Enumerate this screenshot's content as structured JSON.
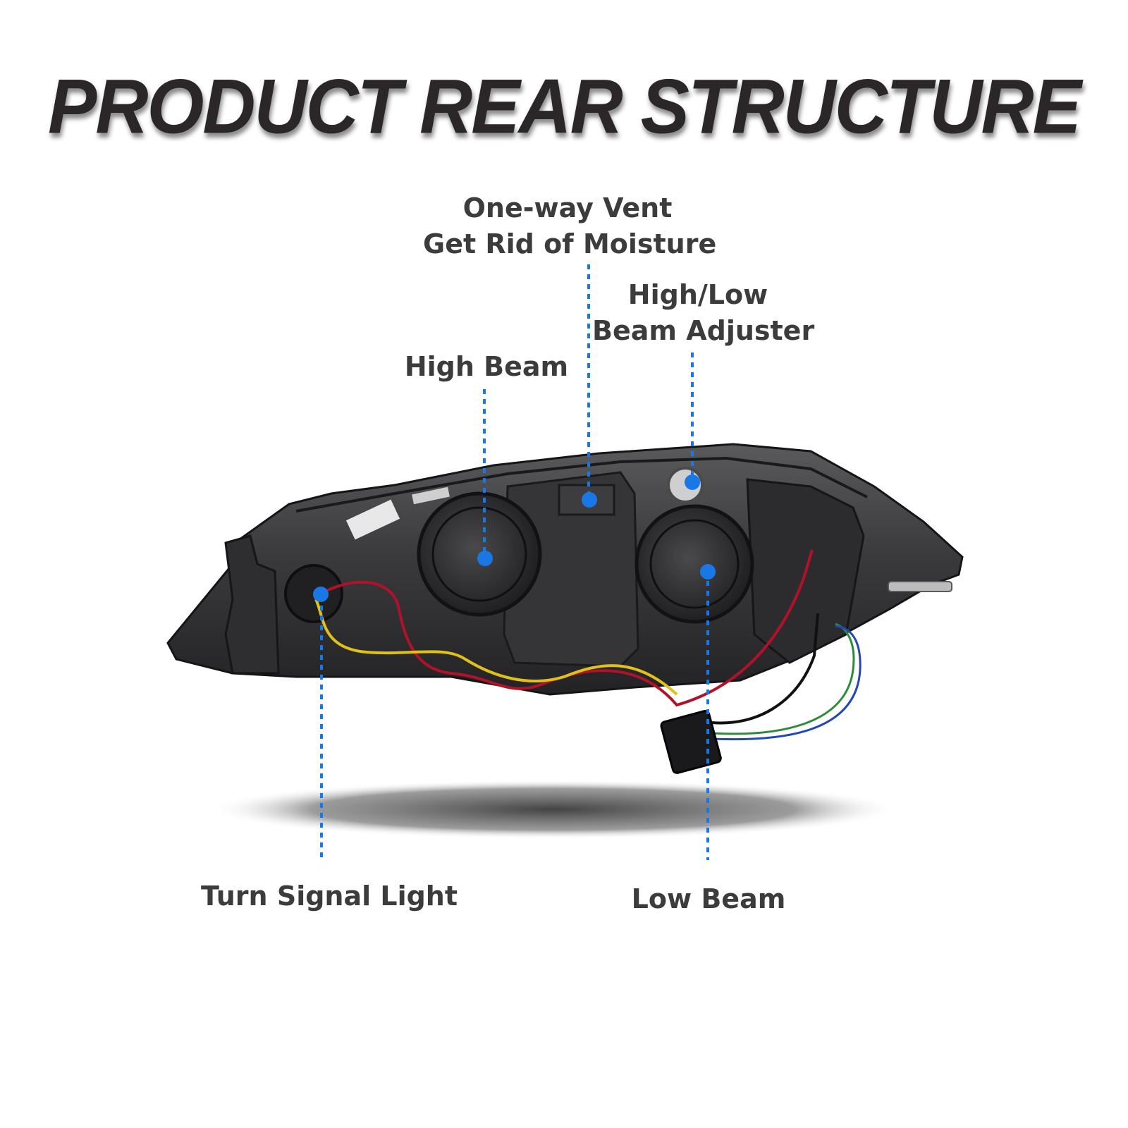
{
  "title": "PRODUCT REAR STRUCTURE",
  "callouts": {
    "vent": {
      "line1": "One-way Vent",
      "line2": "Get Rid of Moisture"
    },
    "high_beam": {
      "label": "High Beam"
    },
    "adjuster": {
      "line1": "High/Low",
      "line2": "Beam Adjuster"
    },
    "turn_signal": {
      "label": "Turn Signal Light"
    },
    "low_beam": {
      "label": "Low Beam"
    }
  },
  "colors": {
    "text": "#3c3c3c",
    "title": "#2b2728",
    "marker": "#1a78e6",
    "housing": "#2a2a2c"
  }
}
